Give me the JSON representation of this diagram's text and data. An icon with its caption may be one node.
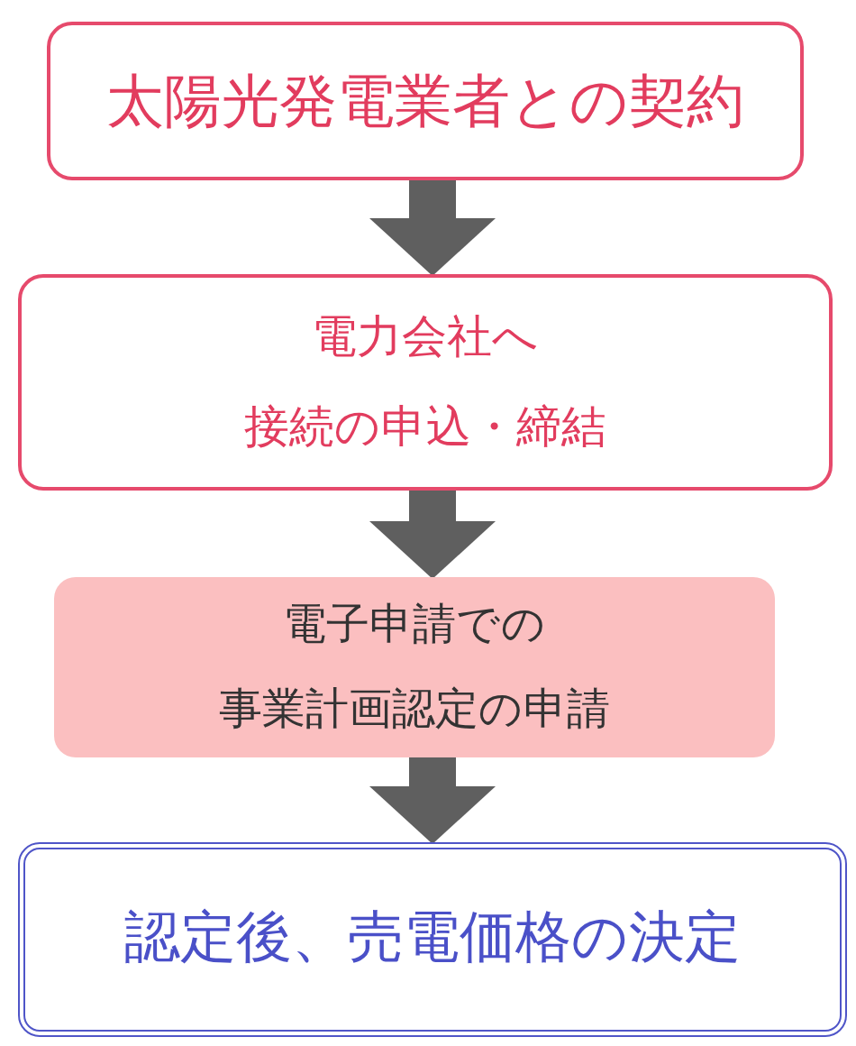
{
  "diagram": {
    "nodes": [
      {
        "text": [
          "太陽光発電業者との契約"
        ]
      },
      {
        "text": [
          "電力会社へ",
          "接続の申込・締結"
        ]
      },
      {
        "text": [
          "電子申請での",
          "事業計画認定の申請"
        ]
      },
      {
        "text": [
          "認定後、売電価格の決定"
        ]
      }
    ],
    "edges": [
      {
        "from": 0,
        "to": 1,
        "arrow": "to"
      },
      {
        "from": 1,
        "to": 2,
        "arrow": "to"
      },
      {
        "from": 2,
        "to": 3,
        "arrow": "to"
      }
    ]
  }
}
